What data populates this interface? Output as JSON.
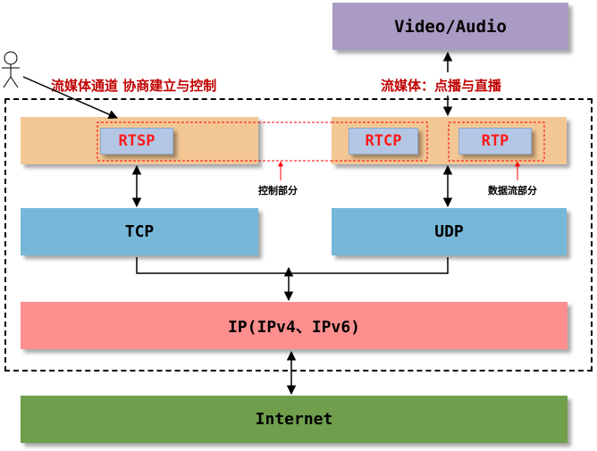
{
  "diagram": {
    "video_audio": "Video/Audio",
    "rtsp": "RTSP",
    "rtcp": "RTCP",
    "rtp": "RTP",
    "tcp": "TCP",
    "udp": "UDP",
    "ip": "IP(IPv4、IPv6)",
    "internet": "Internet",
    "label_left": "流媒体通道 协商建立与控制",
    "label_right": "流媒体：点播与直播",
    "note_control": "控制部分",
    "note_data": "数据流部分"
  },
  "colors": {
    "video_audio": "#a99bc3",
    "app_layer": "#f3c794",
    "protocol_box": "#b3c7e4",
    "transport": "#77b8d9",
    "ip": "#ff8f8f",
    "internet": "#6f9e4c",
    "red_text": "#c00000",
    "protocol_text": "#ff1a1a"
  }
}
